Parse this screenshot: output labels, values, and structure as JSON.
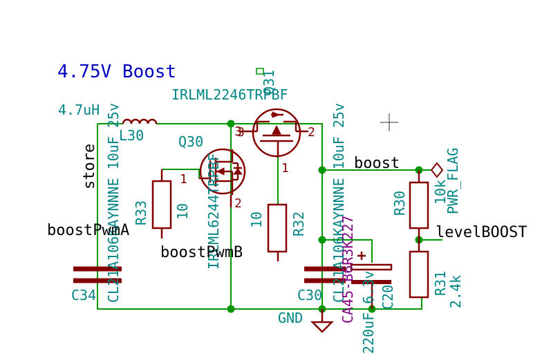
{
  "title": "4.75V Boost",
  "colors": {
    "wire": "#009600",
    "component": "#840000",
    "ref_text": "#008484",
    "net_label": "#000000",
    "footprint": "#840084",
    "title": "#0000c2"
  },
  "components": {
    "L30": {
      "ref": "L30",
      "value": "4.7uH"
    },
    "C34": {
      "ref": "C34",
      "value": "CL21A106KAYNNNE 10uF 25v"
    },
    "R33": {
      "ref": "R33",
      "value": "10"
    },
    "Q30": {
      "ref": "Q30",
      "value": "IRLML6244TRPBF"
    },
    "Q31": {
      "ref": "Q31",
      "value": "IRLML2246TRPBF"
    },
    "R32": {
      "ref": "R32",
      "value": "10"
    },
    "C30": {
      "ref": "C30",
      "value": "CL21A106KAYNNNE 10uF 25v"
    },
    "C20": {
      "ref": "C20",
      "value": "CA45-B6R3K227",
      "value2": "220uF 6.3v"
    },
    "R30": {
      "ref": "R30",
      "value": "10k"
    },
    "R31": {
      "ref": "R31",
      "value": "2.4k"
    },
    "PWR_FLAG": {
      "value": "PWR_FLAG"
    }
  },
  "nets": {
    "store": "store",
    "boostPwmA": "boostPwmA",
    "boostPwmB": "boostPwmB",
    "boost": "boost",
    "levelBOOST": "levelBOOST",
    "GND": "GND"
  },
  "pins": {
    "p1": "1",
    "p2": "2",
    "p3": "3"
  }
}
